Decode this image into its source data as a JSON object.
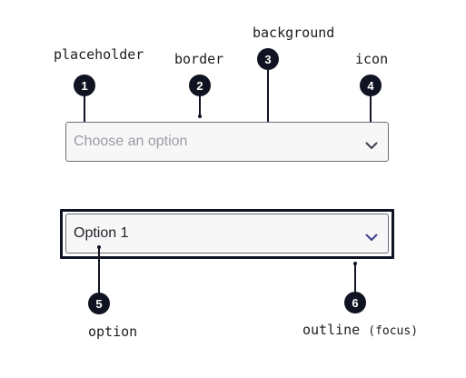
{
  "annotations": [
    {
      "number": "1",
      "label": "placeholder",
      "sub": ""
    },
    {
      "number": "2",
      "label": "border",
      "sub": ""
    },
    {
      "number": "3",
      "label": "background",
      "sub": ""
    },
    {
      "number": "4",
      "label": "icon",
      "sub": ""
    },
    {
      "number": "5",
      "label": "option",
      "sub": ""
    },
    {
      "number": "6",
      "label": "outline",
      "sub": "(focus)"
    }
  ],
  "default_select": {
    "placeholder": "Choose an option",
    "icon": "chevron-down-icon"
  },
  "focused_select": {
    "value": "Option 1",
    "icon": "chevron-down-icon"
  },
  "colors": {
    "marker": "#101321",
    "border": "#6b6f7a",
    "background": "#f7f7f8",
    "placeholder_text": "#9a9ca6",
    "focus_outline": "#0f1324",
    "focused_chevron": "#3a3f8f"
  }
}
